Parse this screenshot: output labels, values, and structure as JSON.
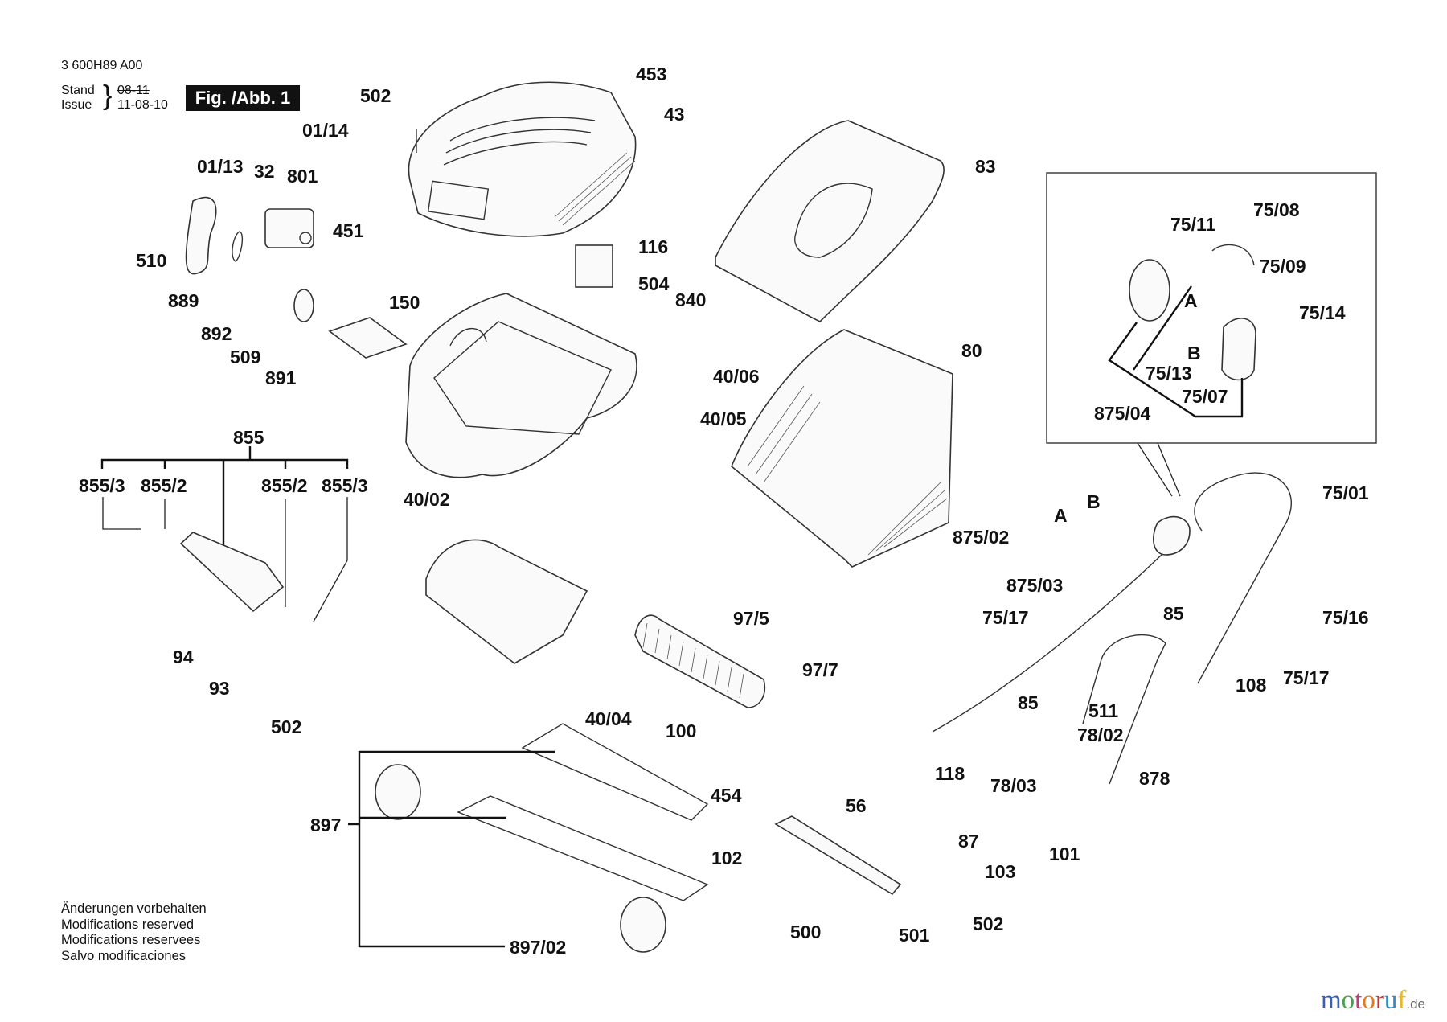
{
  "header": {
    "part_number": "3 600H89 A00",
    "stand_label": "Stand",
    "issue_label": "Issue",
    "stand_date_struck": "08-11",
    "issue_date": "11-08-10",
    "figure_badge": "Fig. /Abb. 1"
  },
  "notes": [
    "Änderungen vorbehalten",
    "Modifications reserved",
    "Modifications reservees",
    "Salvo modificaciones"
  ],
  "brand": {
    "name": "motoruf",
    "tld": ".de",
    "letter_colors": [
      "#3b5fb0",
      "#4aa14a",
      "#c73a7a",
      "#e07b22",
      "#c9342a",
      "#2f86c9",
      "#e6b822"
    ]
  },
  "parts": {
    "p502a": "502",
    "p453": "453",
    "p43": "43",
    "p0114": "01/14",
    "p0113": "01/13",
    "p32": "32",
    "p801": "801",
    "p451": "451",
    "p510": "510",
    "p889": "889",
    "p892": "892",
    "p509": "509",
    "p891": "891",
    "p150": "150",
    "p116": "116",
    "p504": "504",
    "p840": "840",
    "p4006": "40/06",
    "p4005": "40/05",
    "p83": "83",
    "p80": "80",
    "p855": "855",
    "p8553a": "855/3",
    "p8552a": "855/2",
    "p8552b": "855/2",
    "p8553b": "855/3",
    "p94": "94",
    "p93": "93",
    "p502b": "502",
    "p4002": "40/02",
    "p975": "97/5",
    "p977": "97/7",
    "p4004": "40/04",
    "p100": "100",
    "p454": "454",
    "p897": "897",
    "p89702": "897/02",
    "p102": "102",
    "p56": "56",
    "p87": "87",
    "p103": "103",
    "p502c": "502",
    "p500": "500",
    "p501": "501",
    "p7511": "75/11",
    "p7508": "75/08",
    "p7509": "75/09",
    "p7514": "75/14",
    "pA1": "A",
    "pB1": "B",
    "p7513": "75/13",
    "p7507": "75/07",
    "p87504": "875/04",
    "p7501": "75/01",
    "pA2": "A",
    "pB2": "B",
    "p87502": "875/02",
    "p87503": "875/03",
    "p7517a": "75/17",
    "p85a": "85",
    "p7516": "75/16",
    "p7517b": "75/17",
    "p108": "108",
    "p85b": "85",
    "p511": "511",
    "p7802": "78/02",
    "p118": "118",
    "p7803": "78/03",
    "p878": "878",
    "p101": "101"
  }
}
